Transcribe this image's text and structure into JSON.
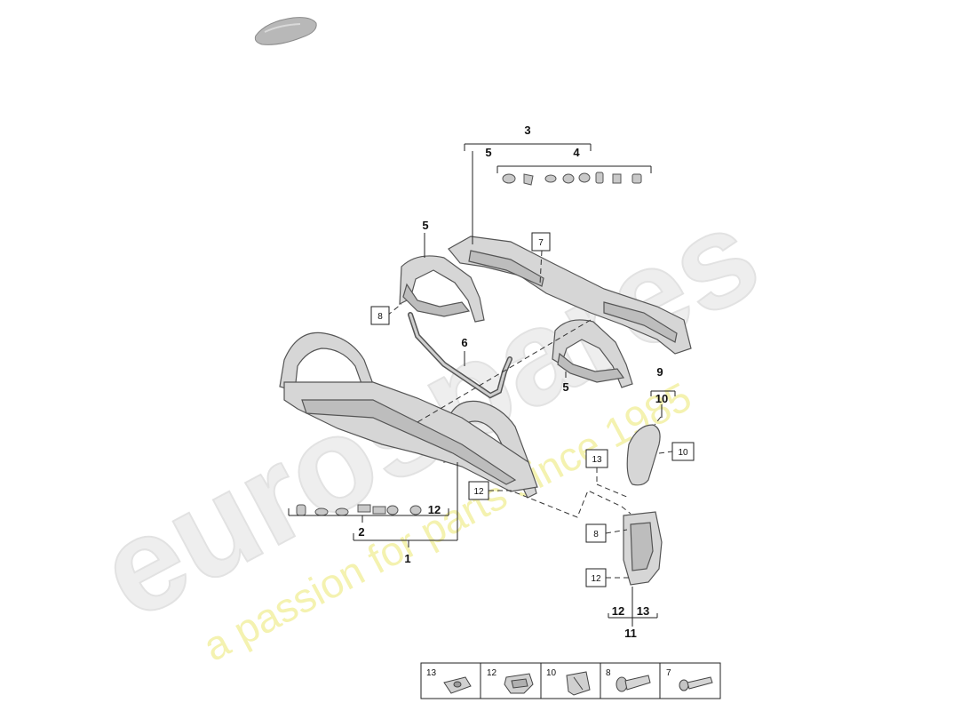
{
  "watermark": {
    "brand": "eurospares",
    "tagline": "a passion for parts since 1985"
  },
  "callouts": {
    "n1": "1",
    "n2": "2",
    "n3": "3",
    "n4": "4",
    "n5a": "5",
    "n5b": "5",
    "n5c": "5",
    "n6": "6",
    "n9": "9",
    "n10": "10",
    "n11": "11",
    "n12a": "12",
    "n12b": "12",
    "n13": "13"
  },
  "boxed_callouts": {
    "b7": "7",
    "b8a": "8",
    "b8b": "8",
    "b10": "10",
    "b12a": "12",
    "b12b": "12",
    "b13": "13"
  },
  "legend": [
    {
      "number": "13"
    },
    {
      "number": "12"
    },
    {
      "number": "10"
    },
    {
      "number": "8"
    },
    {
      "number": "7"
    }
  ]
}
